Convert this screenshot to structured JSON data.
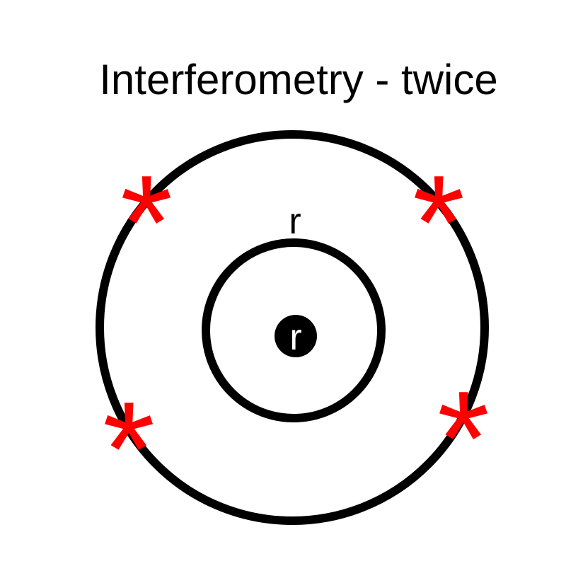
{
  "title": "Interferometry - twice",
  "labels": {
    "inner_ring": "r",
    "center": "r"
  },
  "stars": [
    "*",
    "*",
    "*",
    "*"
  ],
  "colors": {
    "ring": "#000000",
    "star": "#ff0000",
    "center_dot": "#000000",
    "center_text": "#ffffff"
  }
}
